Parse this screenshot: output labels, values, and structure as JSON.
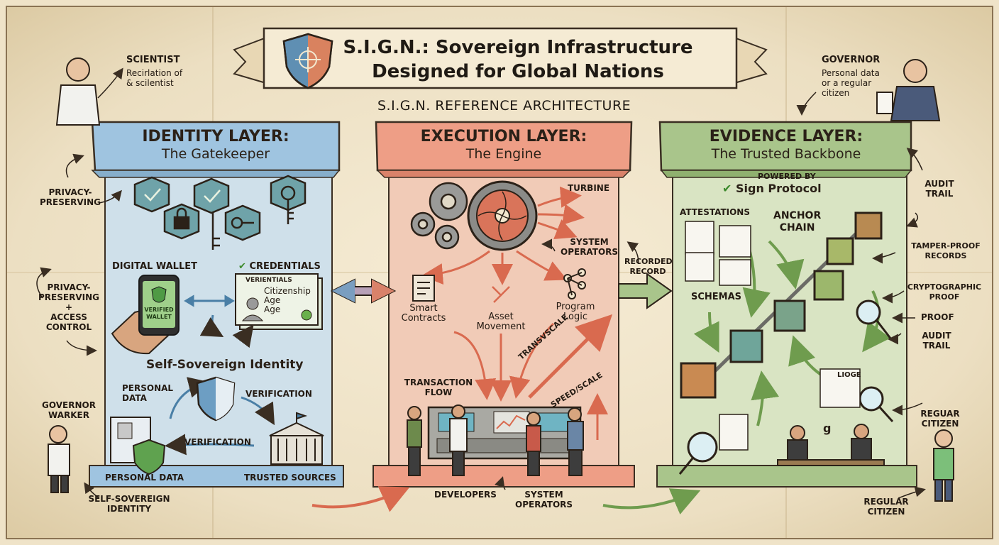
{
  "header": {
    "title_line1": "S.I.G.N.: Sovereign Infrastructure",
    "title_line2": "Designed for Global Nations",
    "subtitle": "S.I.G.N. REFERENCE ARCHITECTURE"
  },
  "figures": {
    "scientist_title": "SCIENTIST",
    "scientist_caption_1": "Recirlation of",
    "scientist_caption_2": "& scilentist",
    "governor_title": "GOVERNOR",
    "governor_caption_1": "Personal data",
    "governor_caption_2": "or a regular",
    "governor_caption_3": "citizen",
    "governor_worker_1": "GOVERNOR",
    "governor_worker_2": "WARKER",
    "reguar_citizen_1": "REGUAR",
    "reguar_citizen_2": "CITIZEN",
    "regular_citizen_1": "REGULAR",
    "regular_citizen_2": "CITIZEN"
  },
  "identity": {
    "title": "IDENTITY LAYER:",
    "subtitle": "The Gatekeeper",
    "side_privacy_1": "PRIVACY-",
    "side_privacy_2": "PRESERVING",
    "side_access_1": "PRIVACY-",
    "side_access_2": "PRESERVING",
    "side_access_3": "+",
    "side_access_4": "ACCESS",
    "side_access_5": "CONTROL",
    "digital_wallet": "DIGITAL WALLET",
    "credentials": "CREDENTIALS",
    "verified": "VERIFIED",
    "wallet": "WALLET",
    "card_header": "VERIENTIALS",
    "card_line1": "Citizenship",
    "card_line2": "Age",
    "card_line3": "Age",
    "ssi": "Self-Sovereign Identity",
    "personal_data_1": "PERSONAL",
    "personal_data_2": "DATA",
    "verification_top": "VERIFICATION",
    "verification_bottom": "VERIFICATION",
    "base_personal": "PERSONAL DATA",
    "base_trusted": "TRUSTED SOURCES",
    "below_1": "SELF-SOVEREIGN",
    "below_2": "IDENTITY"
  },
  "execution": {
    "title": "EXECUTION LAYER:",
    "subtitle": "The Engine",
    "turbine": "TURBINE",
    "system_operators_1": "SYSTEM",
    "system_operators_2": "OPERATORS",
    "smart_contracts_1": "Smart",
    "smart_contracts_2": "Contracts",
    "asset_movement_1": "Asset",
    "asset_movement_2": "Movement",
    "program_logic_1": "Program",
    "program_logic_2": "Logic",
    "transaction_flow_1": "TRANSACTION",
    "transaction_flow_2": "FLOW",
    "transvscale": "TRANSVSCALE",
    "speed_scale": "SPEED/SCALE",
    "recorded_1": "RECORDED",
    "recorded_2": "RECORD",
    "developers": "DEVELOPERS",
    "bottom_ops_1": "SYSTEM",
    "bottom_ops_2": "OPERATORS"
  },
  "evidence": {
    "title": "EVIDENCE LAYER:",
    "subtitle": "The Trusted Backbone",
    "powered_by": "POWERED BY",
    "sign_protocol": "Sign Protocol",
    "attestations": "ATTESTATIONS",
    "anchor_1": "ANCHOR",
    "anchor_2": "CHAIN",
    "schemas": "SCHEMAS",
    "lioge": "LIOGE",
    "glyph": "g",
    "audit_trail_1": "AUDIT",
    "audit_trail_2": "TRAIL",
    "tamper_1": "TAMPER-PROOF",
    "tamper_2": "RECORDS",
    "crypto_1": "CRYPTOGRAPHIC",
    "crypto_2": "PROOF",
    "proof": "PROOF",
    "audit2_1": "AUDIT",
    "audit2_2": "TRAIL"
  },
  "colors": {
    "identity": "#9fc4e0",
    "execution": "#ee9e86",
    "evidence": "#a9c58b",
    "ink": "#2b2118",
    "paper": "#f3e8cf"
  }
}
